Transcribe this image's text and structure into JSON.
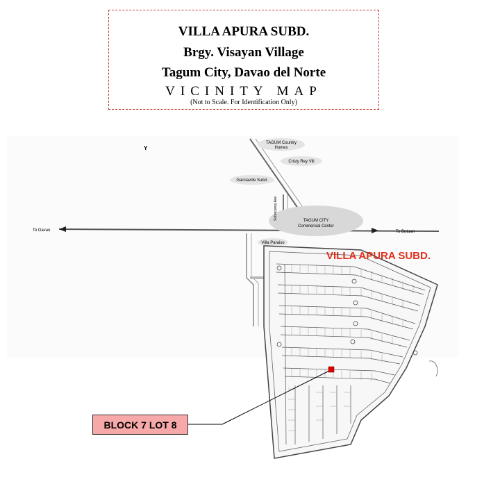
{
  "title": {
    "line1": "VILLA APURA SUBD.",
    "line2": "Brgy. Visayan Village",
    "line3": "Tagum City, Davao del Norte",
    "line4": "VICINITY MAP",
    "note": "(Not to Scale. For Identification Only)"
  },
  "map": {
    "labels": {
      "tagum_country_homes_1": "TAGUM Country",
      "tagum_country_homes_2": "Homes",
      "cristy_rey_vill": "Cristy Rey Vill",
      "garciaville": "Garciaville Subd.",
      "commercial_1": "TAGUM CITY",
      "commercial_2": "Commercial Center",
      "to_davao": "To Davao",
      "to_butuan": "To Butuan",
      "villa_paraiso": "Villa Paraiso",
      "side_road": "Sobrecarey Ave.",
      "y_mark": "Y"
    },
    "subdivision_label": "VILLA APURA SUBD.",
    "lot_label": "BLOCK 7 LOT 8",
    "colors": {
      "subdivision_label": "#e0301e",
      "lot_marker": "#e00000",
      "lot_box": "#f7a8a8",
      "title_border": "#c0392b"
    }
  }
}
